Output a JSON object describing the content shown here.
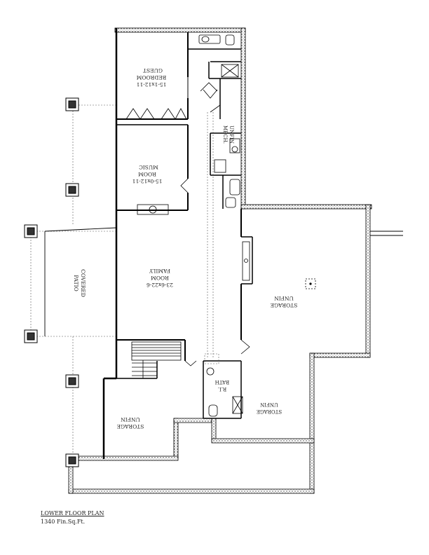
{
  "plan": {
    "rooms": {
      "guest_bedroom": {
        "name_1": "GUEST",
        "name_2": "BEDROOM",
        "size": "15-1x12-11"
      },
      "music_room": {
        "name_1": "MUSIC",
        "name_2": "ROOM",
        "size": "15-0x12-11"
      },
      "family_room": {
        "name_1": "FAMILY",
        "name_2": "ROOM",
        "size": "23-6x22-6"
      },
      "covered_patio": {
        "name_1": "COVERED",
        "name_2": "PATIO"
      },
      "unfin_mech": {
        "name_1": "UNFIN",
        "name_2": "MECH."
      },
      "unfin_storage_main": {
        "name_1": "UNFIN",
        "name_2": "STORAGE"
      },
      "unfin_storage_right": {
        "name_1": "UNFIN",
        "name_2": "STORAGE"
      },
      "unfin_storage_left": {
        "name_1": "UNFIN",
        "name_2": "STORAGE"
      },
      "bath_ri": {
        "name_1": "BATH",
        "name_2": "R.I."
      }
    }
  },
  "caption": {
    "title": "LOWER FLOOR PLAN",
    "area": "1340 Fin.Sq.Ft."
  }
}
